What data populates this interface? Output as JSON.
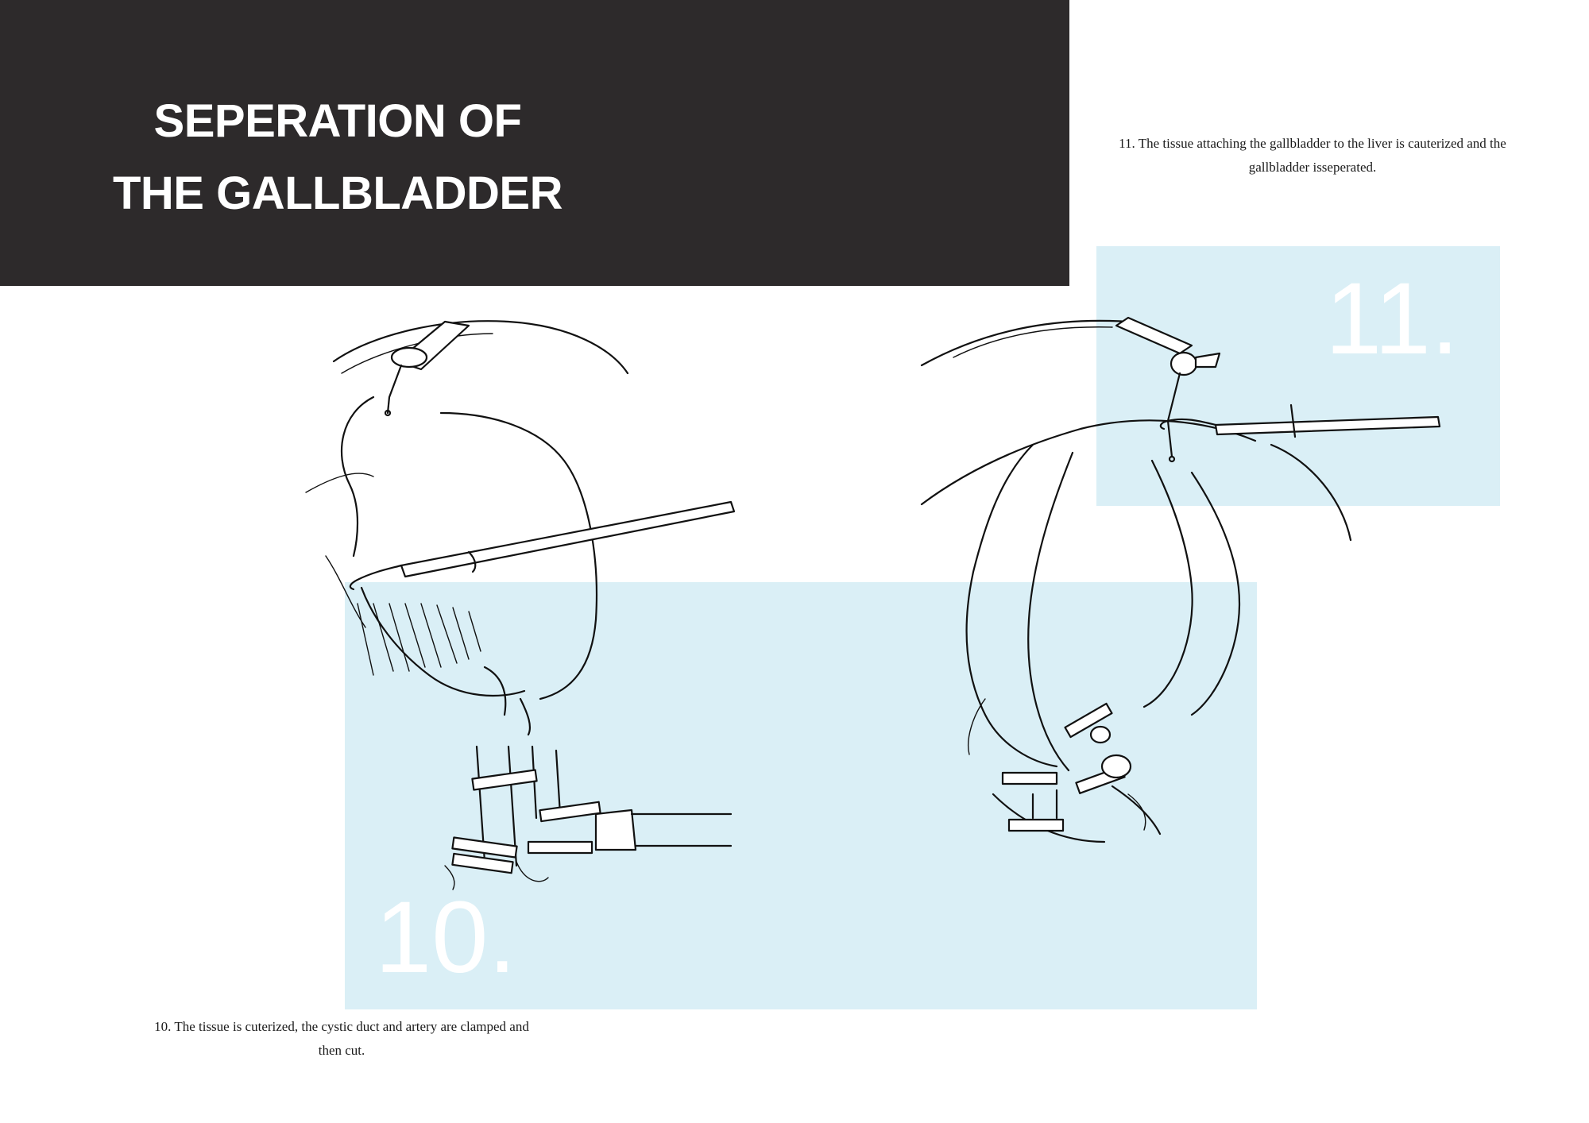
{
  "title": {
    "line1": "SEPERATION OF",
    "line2": "THE GALLBLADDER"
  },
  "steps": [
    {
      "number": "10.",
      "caption_line1": "10. The tissue is cuterized, the cystic duct and artery are clamped and",
      "caption_line2": "then cut."
    },
    {
      "number": "11.",
      "caption_line1": "11. The tissue attaching the gallbladder to the liver is cauterized and the",
      "caption_line2": "gallbladder isseperated."
    }
  ],
  "colors": {
    "title_background": "#2d2a2b",
    "panel_background": "#daeff6",
    "number_text": "#ffffff"
  }
}
